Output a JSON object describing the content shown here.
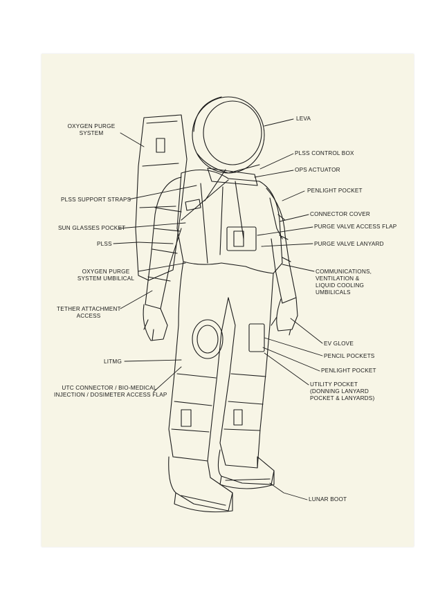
{
  "colors": {
    "paper": "#f7f5e6",
    "ink": "#1a1a1a",
    "background": "#ffffff"
  },
  "labels": {
    "leva": "LEVA",
    "oxygen_purge_system": [
      "OXYGEN PURGE",
      "SYSTEM"
    ],
    "plss_control_box": "PLSS CONTROL BOX",
    "ops_actuator": "OPS ACTUATOR",
    "penlight_pocket_upper": "PENLIGHT POCKET",
    "plss_support_straps": "PLSS SUPPORT STRAPS",
    "connector_cover": "CONNECTOR COVER",
    "sun_glasses_pocket": "SUN GLASSES POCKET",
    "purge_valve_access_flap": "PURGE VALVE ACCESS FLAP",
    "plss": "PLSS",
    "purge_valve_lanyard": "PURGE VALVE LANYARD",
    "oxygen_purge_system_umbilical": [
      "OXYGEN PURGE",
      "SYSTEM UMBILICAL"
    ],
    "communications": [
      "COMMUNICATIONS,",
      "VENTILATION &",
      "LIQUID COOLING",
      "UMBILICALS"
    ],
    "tether_attachment_access": [
      "TETHER ATTACHMENT",
      "ACCESS"
    ],
    "ev_glove": "EV GLOVE",
    "pencil_pockets": "PENCIL POCKETS",
    "litmg": "LITMG",
    "penlight_pocket_lower": "PENLIGHT POCKET",
    "utc_connector": [
      "UTC CONNECTOR / BIO-MEDICAL",
      "INJECTION / DOSIMETER ACCESS FLAP"
    ],
    "utility_pocket": [
      "UTILITY POCKET",
      "(DONNING LANYARD",
      "POCKET & LANYARDS)"
    ],
    "lunar_boot": "LUNAR BOOT"
  }
}
